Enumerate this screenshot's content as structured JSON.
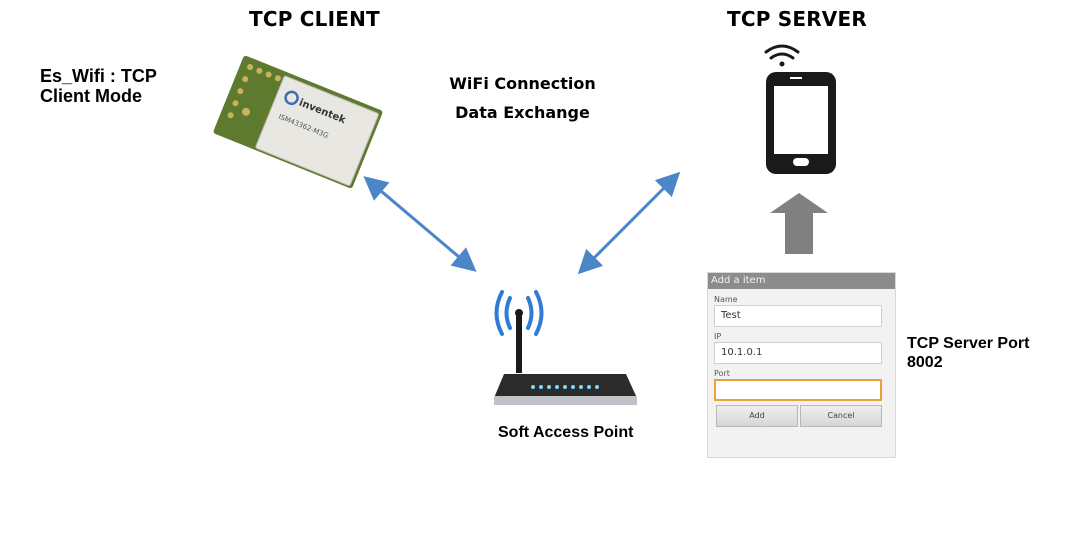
{
  "tcp_client": {
    "title": "TCP CLIENT"
  },
  "tcp_server": {
    "title": "TCP SERVER"
  },
  "client_mode_label": {
    "line1": "Es_Wifi : TCP",
    "line2": "Client Mode"
  },
  "wifi_label": {
    "line1": "WiFi Connection",
    "line2": "Data Exchange"
  },
  "access_point": {
    "label": "Soft Access Point"
  },
  "server_port_label": {
    "line1": "TCP Server Port",
    "line2": "8002"
  },
  "module": {
    "brand": "inventek",
    "model": "ISM43362-M3G"
  },
  "dialog": {
    "title": "Add a item",
    "name_label": "Name",
    "name_value": "Test",
    "ip_label": "IP",
    "ip_value": "10.1.0.1",
    "port_label": "Port",
    "port_value": "",
    "add_button": "Add",
    "cancel_button": "Cancel"
  },
  "colors": {
    "arrow": "#4a86c8",
    "upload_arrow": "#808080",
    "signal": "#2f7bd6",
    "module_pcb": "#5d7a2e"
  }
}
